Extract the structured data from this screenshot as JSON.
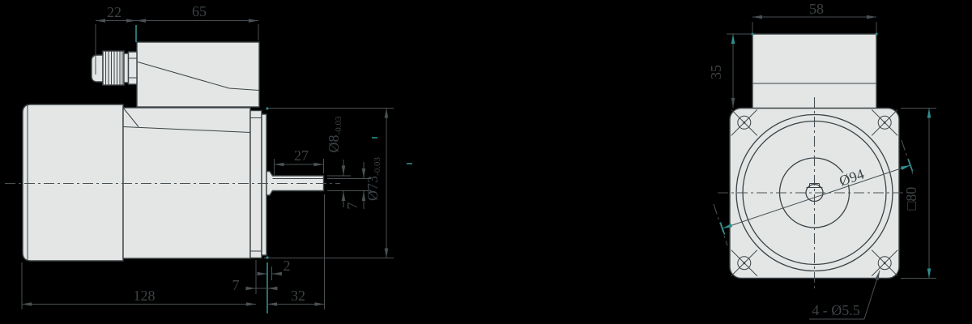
{
  "drawing": {
    "type": "motor outline engineering drawing",
    "views": [
      "side view",
      "front view"
    ]
  },
  "colors": {
    "background": "#000000",
    "part_fill": "#e3e6e5",
    "line": "#3c4346",
    "accent_teal": "#2f8e8e"
  },
  "side_view": {
    "cable_gland_width": "22",
    "terminal_box_length": "65",
    "shaft_length": "27",
    "shaft_diameter": "Ø8",
    "shaft_diameter_tolerance": "-0.03",
    "body_diameter": "Ø73",
    "body_diameter_tolerance": "-0.03",
    "shaft_flat_height": "7",
    "overall_length": "128",
    "flange_thickness": "7",
    "spigot_depth": "2",
    "shaft_extension": "32"
  },
  "front_view": {
    "terminal_box_width": "58",
    "terminal_box_height": "35",
    "bolt_circle_diameter": "Ø94",
    "frame_size": "□80",
    "mounting_holes": "4 - Ø5.5"
  }
}
